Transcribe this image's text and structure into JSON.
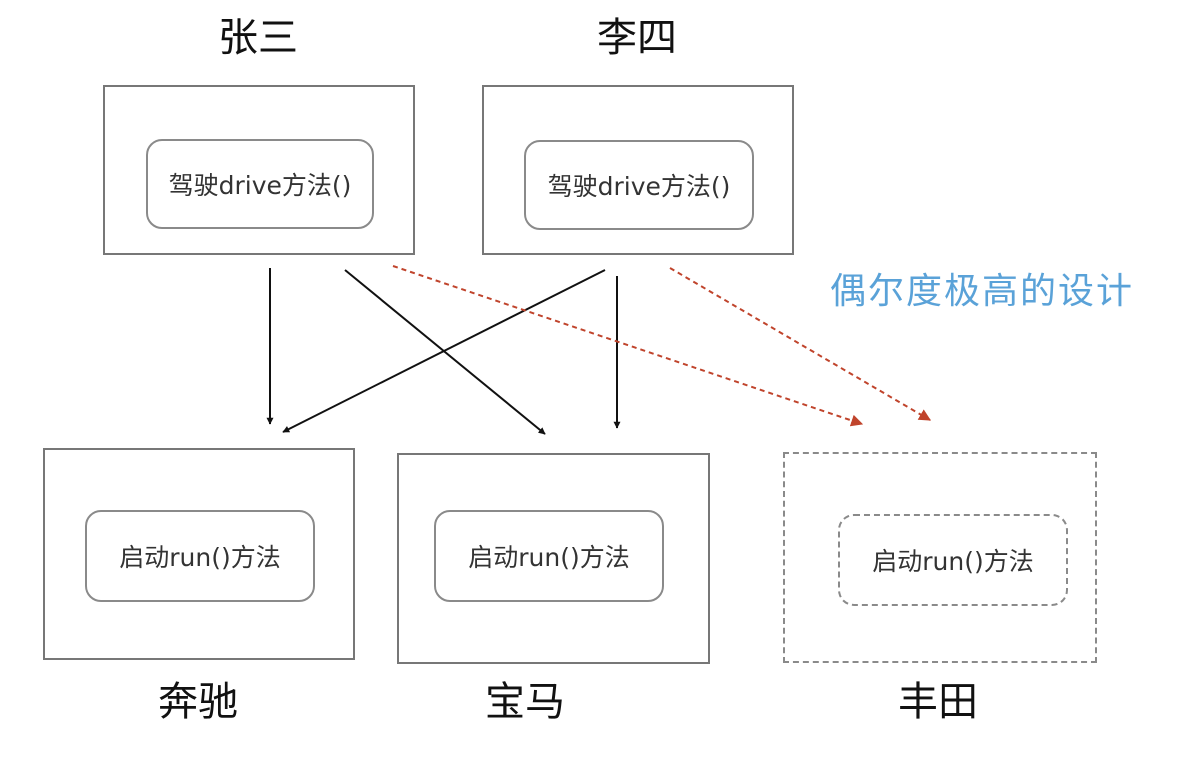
{
  "persons": [
    {
      "name": "张三",
      "method": "驾驶drive方法()"
    },
    {
      "name": "李四",
      "method": "驾驶drive方法()"
    }
  ],
  "cars": [
    {
      "name": "奔驰",
      "method": "启动run()方法"
    },
    {
      "name": "宝马",
      "method": "启动run()方法"
    },
    {
      "name": "丰田",
      "method": "启动run()方法"
    }
  ],
  "note": "偶尔度极高的设计",
  "colors": {
    "solid_arrow": "#111111",
    "dashed_arrow": "#c0442c",
    "note": "#5aa2d8",
    "box_border": "#777777"
  }
}
